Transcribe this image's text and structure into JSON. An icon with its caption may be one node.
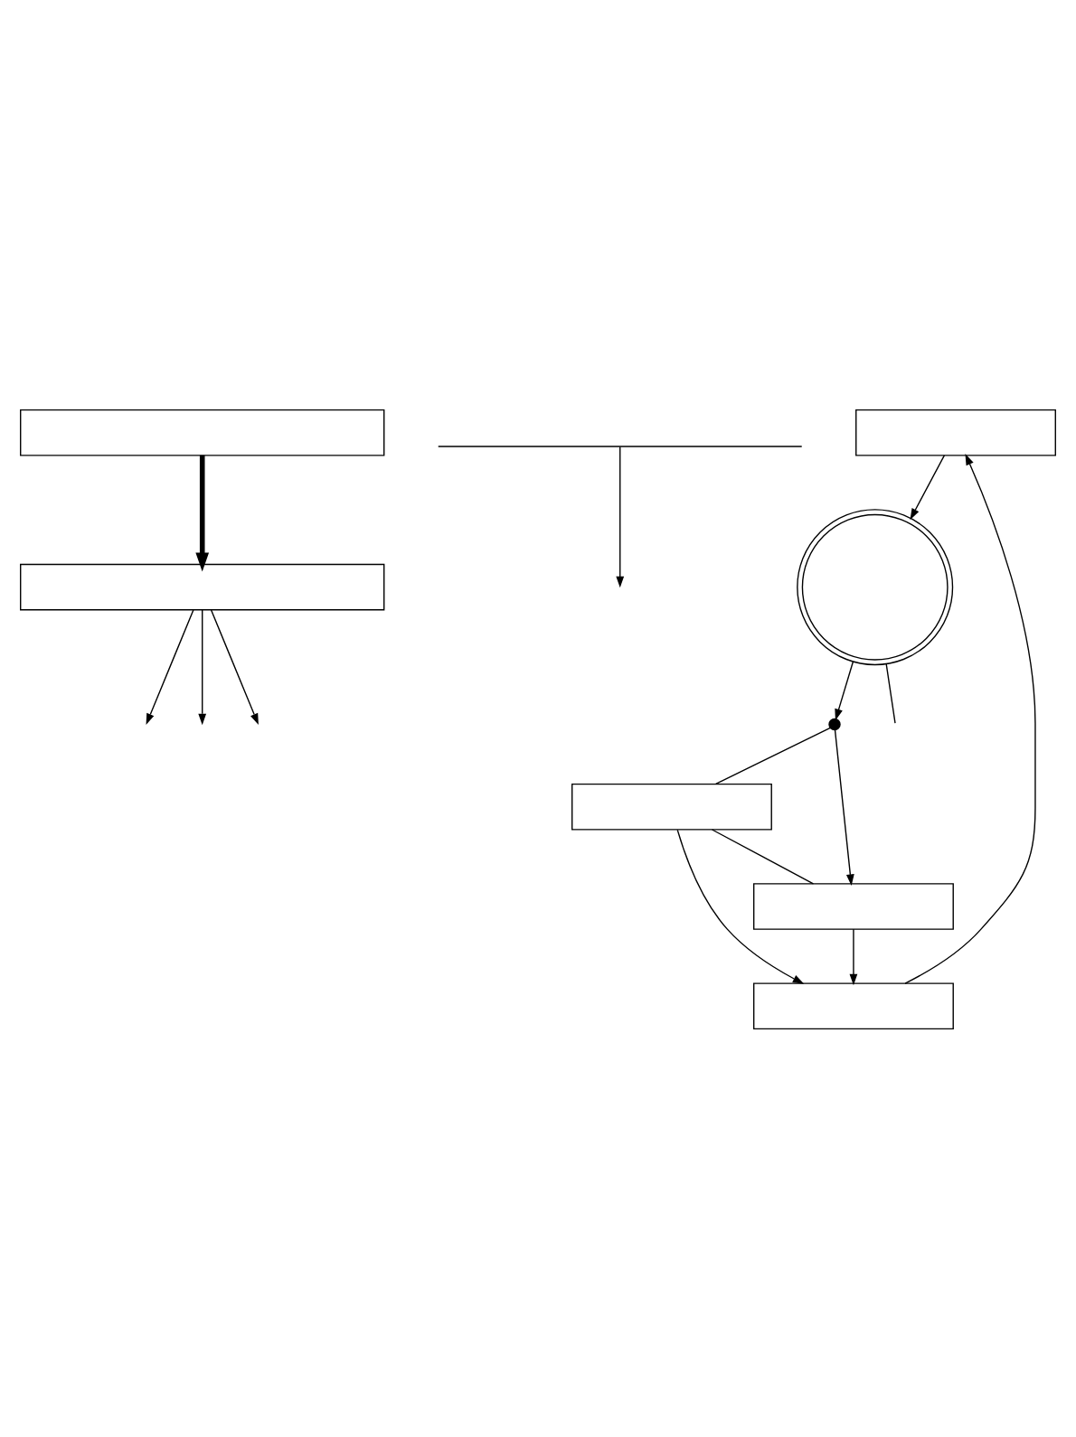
{
  "diagram": {
    "nodes": [
      {
        "text": [],
        "shape": "box"
      },
      {
        "text": [],
        "shape": "box"
      },
      {
        "text": [],
        "shape": "brace"
      },
      {
        "text": [],
        "shape": "box"
      },
      {
        "text": [],
        "shape": "circle"
      },
      {
        "text": [],
        "shape": "box"
      },
      {
        "text": [],
        "shape": "dot"
      },
      {
        "text": [],
        "shape": "box"
      },
      {
        "text": [],
        "shape": "box"
      }
    ],
    "edges": [
      {
        "from": 0,
        "to": 1,
        "arrow": "to",
        "style": "thick"
      },
      {
        "from": 1,
        "to": null,
        "arrow": "to"
      },
      {
        "from": 1,
        "to": null,
        "arrow": "to"
      },
      {
        "from": 1,
        "to": null,
        "arrow": "to"
      },
      {
        "from": 2,
        "to": null,
        "arrow": "to"
      },
      {
        "from": 4,
        "to": null,
        "arrow": "none"
      },
      {
        "from": 3,
        "to": 4,
        "arrow": "to"
      },
      {
        "from": 5,
        "to": 3,
        "arrow": "to"
      },
      {
        "from": 7,
        "to": 5,
        "arrow": "to"
      },
      {
        "from": 8,
        "to": 5,
        "arrow": "to"
      },
      {
        "from": 4,
        "to": 6,
        "arrow": "to"
      },
      {
        "from": 6,
        "to": 7,
        "arrow": "none"
      },
      {
        "from": 7,
        "to": 8,
        "arrow": "none"
      },
      {
        "from": 6,
        "to": 8,
        "arrow": "to"
      }
    ]
  }
}
